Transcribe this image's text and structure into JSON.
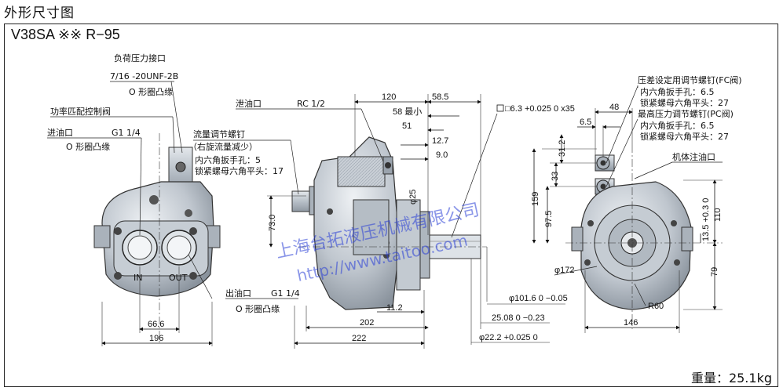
{
  "page_title": "外形尺寸图",
  "model": "V38SA ※※ R−95",
  "weight": "重量：25.1kg",
  "labels": {
    "load_port": "负荷压力接口",
    "load_port_thread": "7/16 -20UNF-2B",
    "o_ring_flange": "O 形圈凸缘",
    "power_valve": "功率匹配控制阀",
    "inlet": "进油口",
    "inlet_thread": "G1 1/4",
    "inlet_flange": "O 形圈凸缘",
    "flow_screw": "流量调节螺钉",
    "flow_screw_note": "（右旋流量减少）",
    "hex_socket_5": "内六角扳手孔：5",
    "lock_nut_17": "锁紧螺母六角平头：17",
    "drain": "泄油口",
    "drain_thread": "RC 1/2",
    "outlet": "出油口",
    "outlet_thread": "G1 1/4",
    "outlet_flange": "O 形圈凸缘",
    "port_in": "IN",
    "port_out": "OUT",
    "diff_screw": "压差设定用调节螺钉(FC阀)",
    "hex_socket_65a": "内六角扳手孔：6.5",
    "lock_nut_27a": "锁紧螺母六角平头：27",
    "max_screw": "最高压力调节螺钉(PC阀)",
    "hex_socket_65b": "内六角扳手孔：6.5",
    "lock_nut_27b": "锁紧螺母六角平头：27",
    "case_fill": "机体注油口"
  },
  "dims": {
    "d120": "120",
    "d585": "58.5",
    "d58max": "58 最小",
    "d51": "51",
    "d127": "12.7",
    "d90": "9.0",
    "key": "□6.3 +0.025 0 x35",
    "d730": "73.0",
    "d25": "φ25",
    "d202": "202",
    "d222": "222",
    "d112": "11.2",
    "d1016": "φ101.6 0 −0.05",
    "d2508": "25.08 0 −0.23",
    "d222b": "φ22.2 +0.025 0",
    "d664": "66.6",
    "d196": "196",
    "d48": "48",
    "d65": "6.5",
    "d312": "31.2",
    "d33": "33",
    "d159": "159",
    "d975": "97.5",
    "d135": "13.5 +0.3 0",
    "d110": "110",
    "d79": "79",
    "d172": "φ172",
    "r60": "R60",
    "d146": "146"
  },
  "watermark": {
    "company": "上海台拓液压机械有限公司",
    "url": "http://www.taitoo.com"
  }
}
